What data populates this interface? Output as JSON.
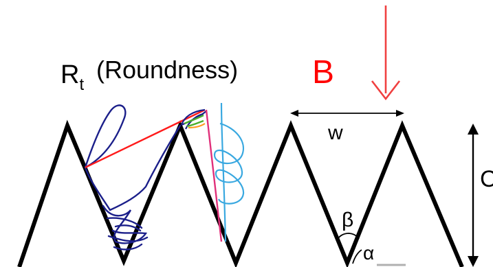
{
  "labels": {
    "rt_main": "R",
    "rt_sub": "t",
    "roundness": "(Roundness)",
    "b_label": "B",
    "width": "w",
    "depth_cut": "C",
    "beta": "β",
    "alpha": "α"
  },
  "colors": {
    "profile": "#000000",
    "label_b": "#ff0000",
    "arrow_b": "#f04040",
    "sketch_navy": "#1b1f8a",
    "sketch_red": "#ff1a1a",
    "sketch_magenta": "#e0307a",
    "sketch_cyan": "#39a8e0",
    "sketch_green": "#4caf2c",
    "sketch_orange": "#ff9a1f",
    "underline_gray": "#b0b0b0"
  }
}
